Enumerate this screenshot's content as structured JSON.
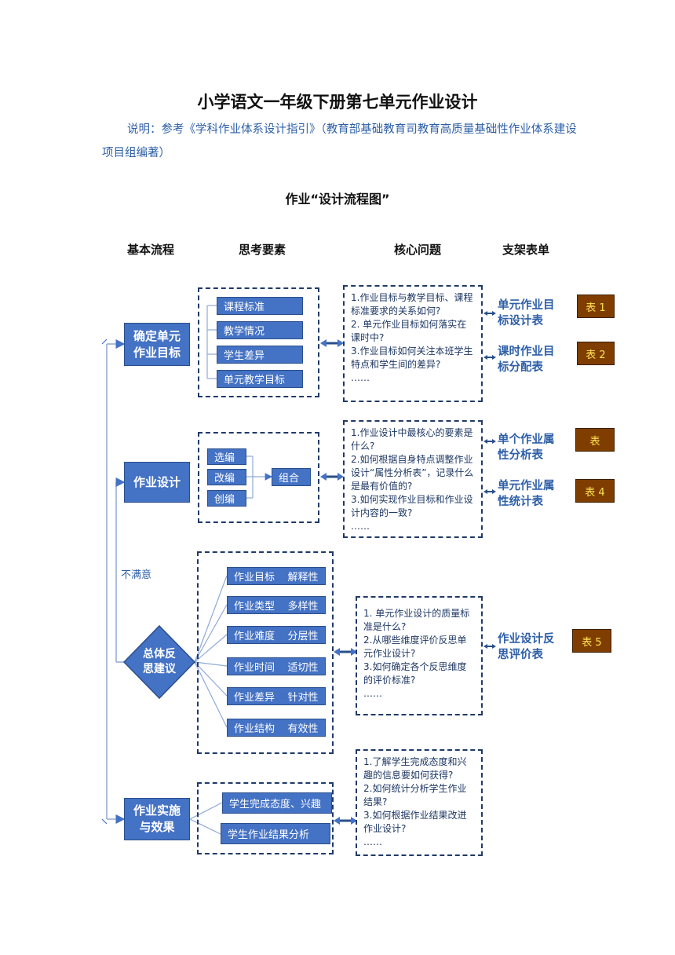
{
  "title": "小学语文一年级下册第七单元作业设计",
  "note": "说明：参考《学科作业体系设计指引》（教育部基础教育司教育高质量基础性作业体系建设项目组编著）",
  "flow_title": "作业“设计流程图”",
  "columns": [
    "基本流程",
    "思考要素",
    "核心问题",
    "支架表单"
  ],
  "rows": [
    {
      "main": [
        "确定单元",
        "作业目标"
      ],
      "elements": [
        "课程标准",
        "教学情况",
        "学生差异",
        "单元教学目标"
      ],
      "questions": [
        "1.作业目标与教学目标、课程标准要求的关系如何?",
        "2. 单元作业目标如何落实在课时中?",
        "3.作业目标如何关注本班学生特点和学生间的差异?",
        "……"
      ],
      "forms": [
        {
          "label": [
            "单元作业目",
            "标设计表"
          ],
          "badge": "表 1"
        },
        {
          "label": [
            "课时作业目",
            "标分配表"
          ],
          "badge": "表 2"
        }
      ]
    },
    {
      "main": [
        "作业设计"
      ],
      "elements": [
        "选编",
        "改编",
        "创编"
      ],
      "combine": "组合",
      "questions": [
        "1.作业设计中最核心的要素是什么?",
        "2.如何根据自身特点调整作业设计“属性分析表”，记录什么是最有价值的?",
        "3.如何实现作业目标和作业设计内容的一致?",
        "……"
      ],
      "forms": [
        {
          "label": [
            "单个作业属",
            "性分析表"
          ],
          "badge": "表"
        },
        {
          "label": [
            "单元作业属",
            "性统计表"
          ],
          "badge": "表 4"
        }
      ]
    },
    {
      "main": [
        "总体反",
        "思建议"
      ],
      "elements": [
        "作业目标    解释性",
        "作业类型    多样性",
        "作业难度    分层性",
        "作业时间    适切性",
        "作业差异    针对性",
        "作业结构    有效性"
      ],
      "questions": [
        "1. 单元作业设计的质量标准是什么?",
        "2.从哪些维度评价反思单元作业设计?",
        "3.如何确定各个反思维度的评价标准?",
        "……"
      ],
      "forms": [
        {
          "label": [
            "作业设计反",
            "思评价表"
          ],
          "badge": "表 5"
        }
      ]
    },
    {
      "main": [
        "作业实施",
        "与效果"
      ],
      "elements": [
        "学生完成态度、兴趣",
        "学生作业结果分析"
      ],
      "questions": [
        "1.了解学生完成态度和兴趣的信息要如何获得?",
        "2.如何统计分析学生作业结果?",
        "3.如何根据作业结果改进作业设计?",
        "……"
      ],
      "forms": []
    }
  ],
  "feedback_label": "不满意",
  "colors": {
    "box_fill": "#4472c4",
    "box_border": "#2b4f8a",
    "text_blue": "#2e5fa8",
    "badge_fill": "#7f3e00",
    "badge_text": "#ffe34d",
    "dash": "#1f3a6a"
  }
}
